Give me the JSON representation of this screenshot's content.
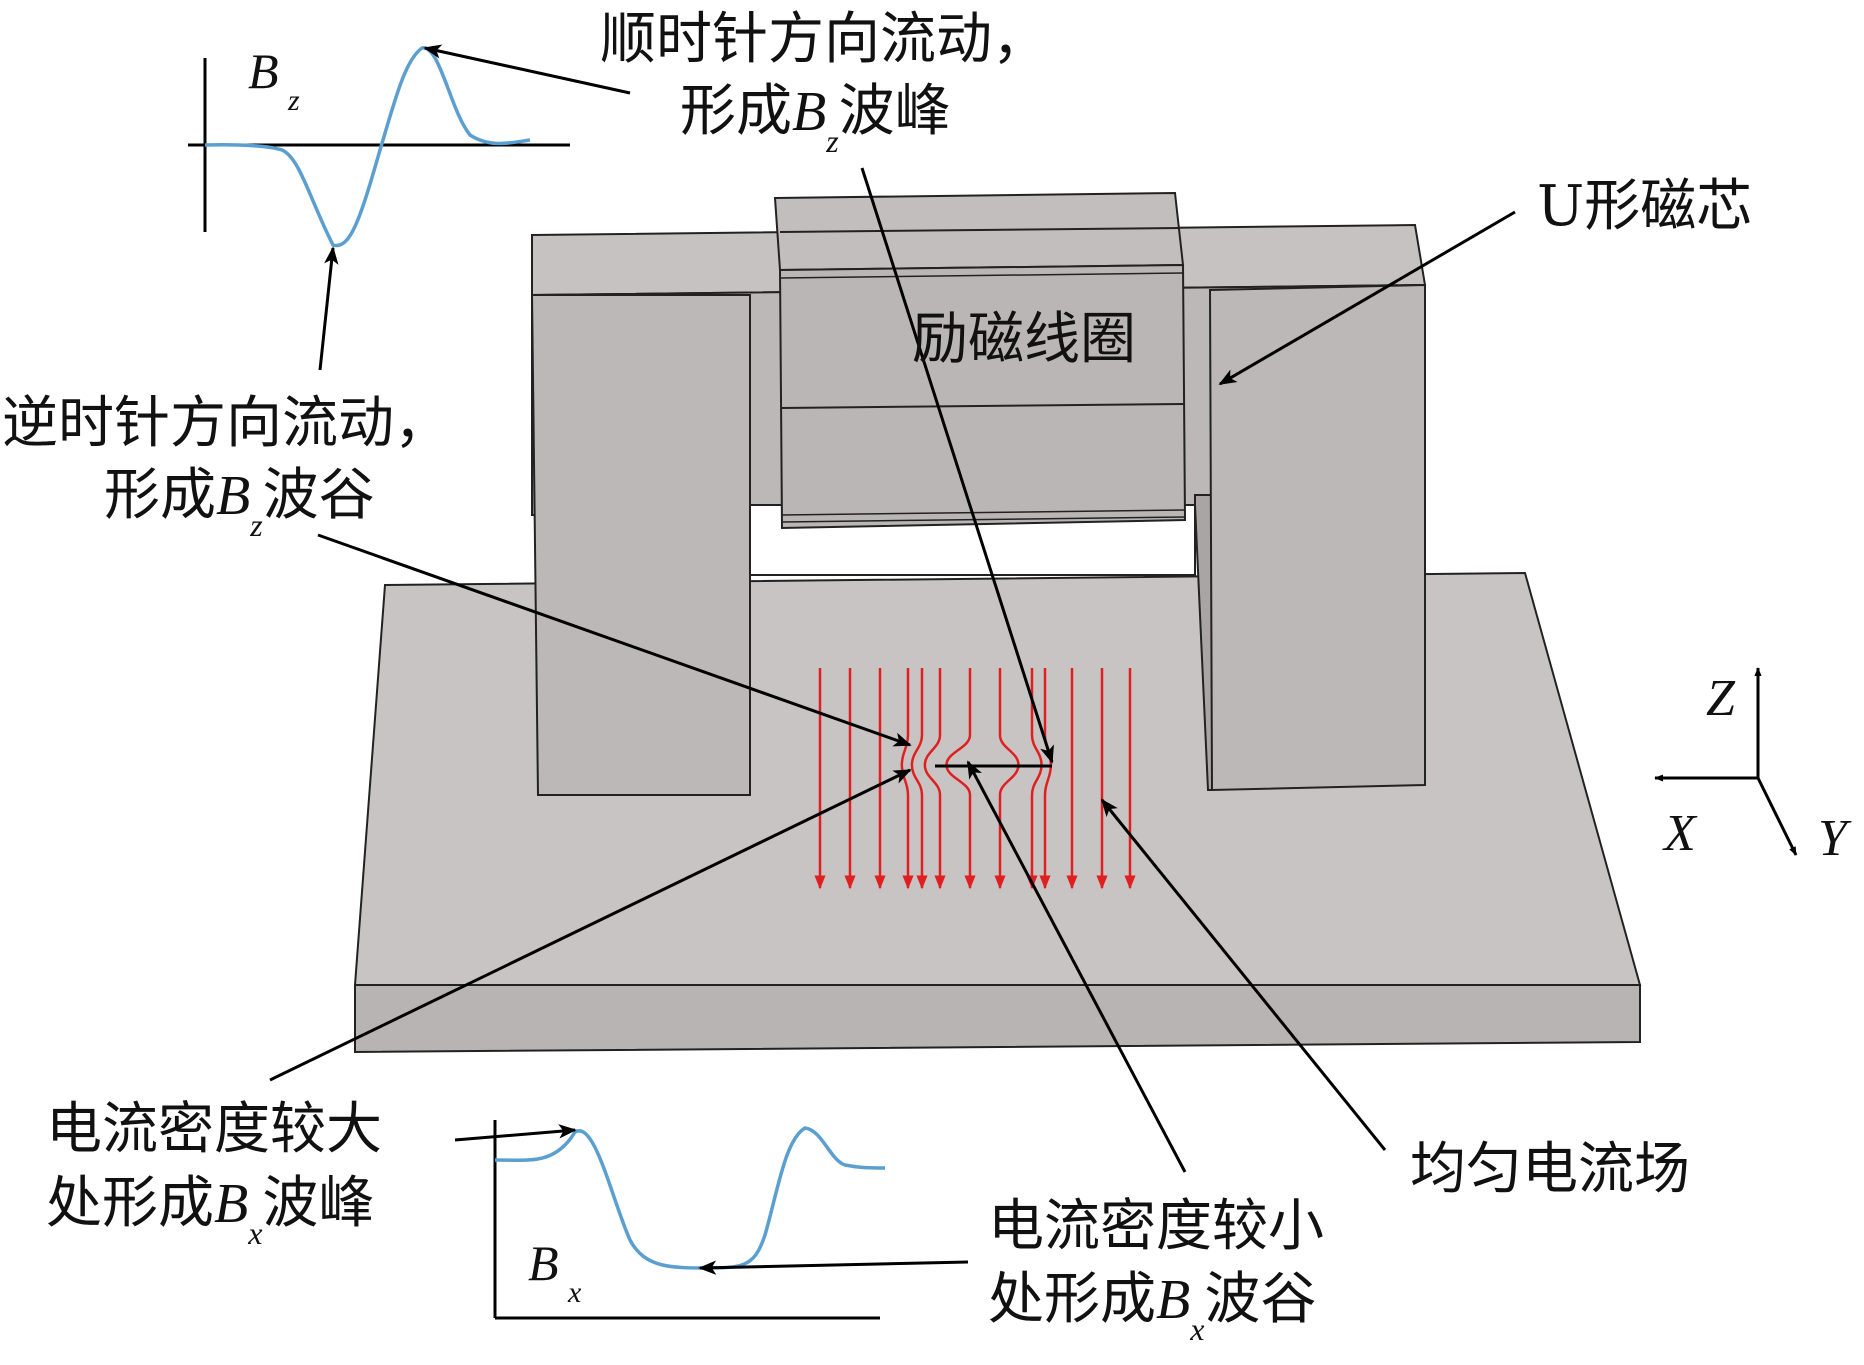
{
  "labels": {
    "cw_line1": "顺时针方向流动，",
    "cw_prefix": "形成",
    "cw_var": "B",
    "cw_sub": "z",
    "cw_suffix": "波峰",
    "u_core": "U形磁芯",
    "coil": "励磁线圈",
    "ccw_line1": "逆时针方向流动，",
    "ccw_prefix": "形成",
    "ccw_var": "B",
    "ccw_sub": "z",
    "ccw_suffix": "波谷",
    "high_line1": "电流密度较大",
    "high_prefix": "处形成",
    "high_var": "B",
    "high_sub": "x",
    "high_suffix": "波峰",
    "uniform": "均匀电流场",
    "low_line1": "电流密度较小",
    "low_prefix": "处形成",
    "low_var": "B",
    "low_sub": "x",
    "low_suffix": "波谷"
  },
  "plots": {
    "bz": {
      "var": "B",
      "sub": "z"
    },
    "bx": {
      "var": "B",
      "sub": "x"
    }
  },
  "axes": {
    "z": "Z",
    "x": "X",
    "y": "Y"
  },
  "colors": {
    "signal_curve": "#5b9fd0",
    "current_lines": "#e02020",
    "core_face": "#bdb9b8",
    "plate_top": "#c8c4c3",
    "arrow": "#000000"
  }
}
